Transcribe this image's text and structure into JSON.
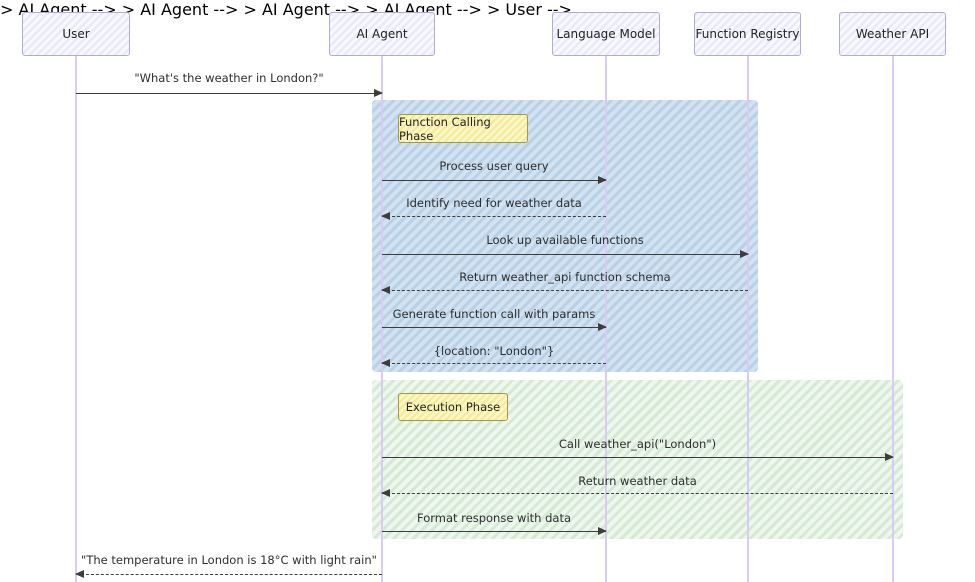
{
  "diagram": {
    "type": "sequence-diagram",
    "style": "hand-drawn-sketch",
    "colors": {
      "participant_fill": "#ececfb",
      "participant_border": "#adadd6",
      "lifeline": "#d9cbf2",
      "phase_function_calling_fill": "#c3d7ea",
      "phase_execution_fill": "#ddeedd",
      "note_fill": "#f7f0a8",
      "note_border": "#9f9b44",
      "arrow": "#3d3d3d",
      "text": "#2d2d2d"
    },
    "participants": [
      {
        "name": "User"
      },
      {
        "name": "AI Agent"
      },
      {
        "name": "Language Model"
      },
      {
        "name": "Function Registry"
      },
      {
        "name": "Weather API"
      }
    ],
    "phases": [
      {
        "label": "Function Calling Phase",
        "color_hint": "blue"
      },
      {
        "label": "Execution Phase",
        "color_hint": "green"
      }
    ],
    "messages": [
      {
        "from": "User",
        "to": "AI Agent",
        "label": "\"What's the weather in London?\"",
        "line": "solid"
      },
      {
        "from": "AI Agent",
        "to": "Language Model",
        "label": "Process user query",
        "line": "solid"
      },
      {
        "from": "Language Model",
        "to": "AI Agent",
        "label": "Identify need for weather data",
        "line": "dashed"
      },
      {
        "from": "AI Agent",
        "to": "Function Registry",
        "label": "Look up available functions",
        "line": "solid"
      },
      {
        "from": "Function Registry",
        "to": "AI Agent",
        "label": "Return weather_api function schema",
        "line": "dashed"
      },
      {
        "from": "AI Agent",
        "to": "Language Model",
        "label": "Generate function call with params",
        "line": "solid"
      },
      {
        "from": "Language Model",
        "to": "AI Agent",
        "label": "{location: \"London\"}",
        "line": "dashed"
      },
      {
        "from": "AI Agent",
        "to": "Weather API",
        "label": "Call weather_api(\"London\")",
        "line": "solid"
      },
      {
        "from": "Weather API",
        "to": "AI Agent",
        "label": "Return weather data",
        "line": "dashed"
      },
      {
        "from": "AI Agent",
        "to": "Language Model",
        "label": "Format response with data",
        "line": "solid"
      },
      {
        "from": "AI Agent",
        "to": "User",
        "label": "\"The temperature in London is 18°C with light rain\"",
        "line": "dashed"
      }
    ]
  }
}
